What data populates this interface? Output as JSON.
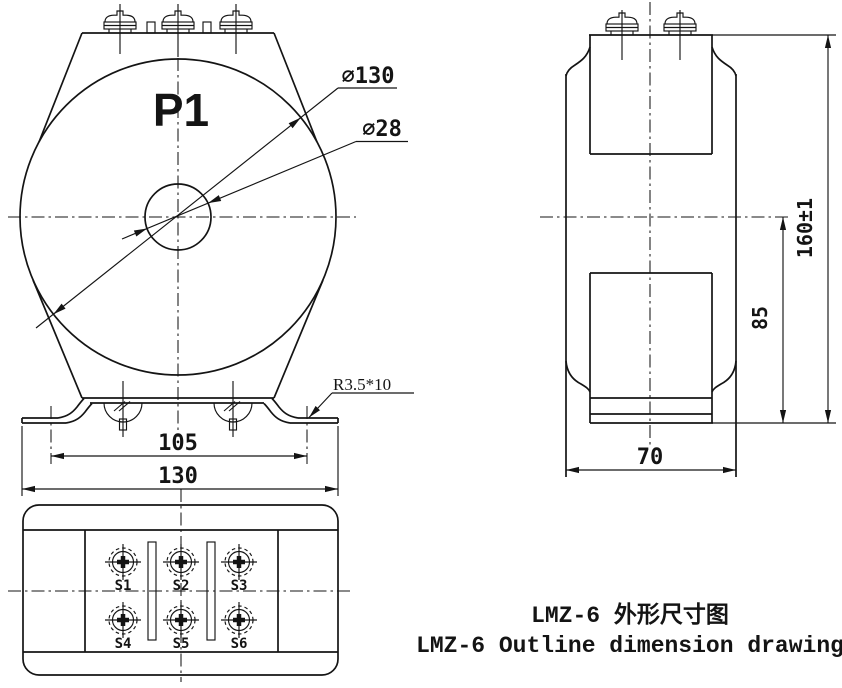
{
  "front_view": {
    "winding_label": "P1",
    "outer_diameter": "∅130",
    "inner_diameter": "∅28",
    "slot_note": "R3.5*10",
    "hole_spacing": "105",
    "base_width": "130"
  },
  "side_view": {
    "overall_height": "160±1",
    "body_height": "85",
    "depth": "70"
  },
  "bottom_view": {
    "terminals": [
      "S1",
      "S2",
      "S3",
      "S4",
      "S5",
      "S6"
    ]
  },
  "title": {
    "line1_cn": "LMZ-6 外形尺寸图",
    "line2_en": "LMZ-6 Outline dimension drawing"
  },
  "colors": {
    "line": "#141414",
    "background": "#ffffff"
  }
}
